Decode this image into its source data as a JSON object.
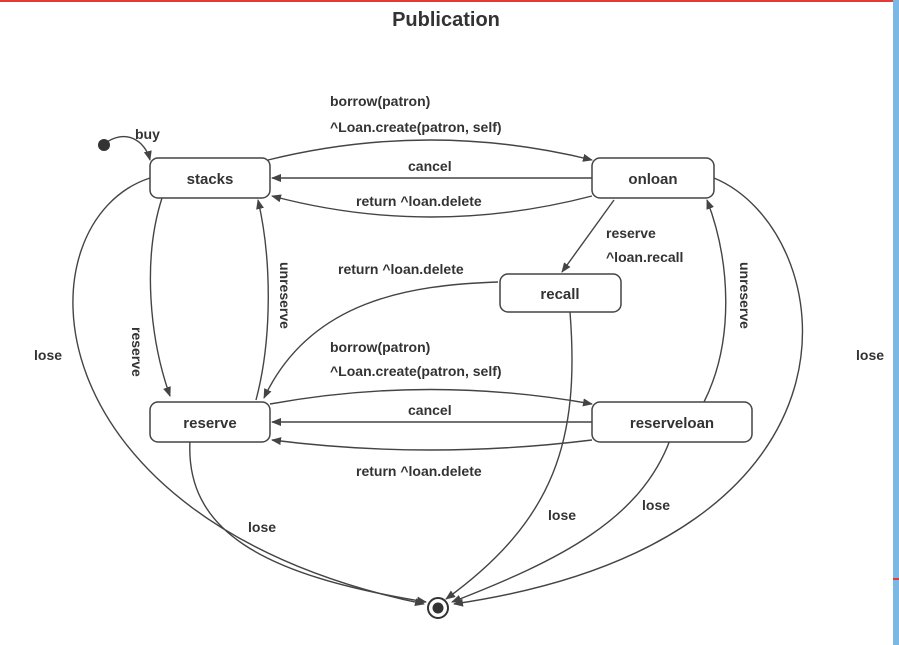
{
  "title": "Publication",
  "states": {
    "stacks": "stacks",
    "onloan": "onloan",
    "recall": "recall",
    "reserve": "reserve",
    "reserveloan": "reserveloan"
  },
  "transitions": {
    "buy": "buy",
    "borrow_top_1": "borrow(patron)",
    "borrow_top_2": "^Loan.create(patron, self)",
    "cancel_top": "cancel",
    "return_top": "return ^loan.delete",
    "reserve_recall_1": "reserve",
    "reserve_recall_2": "^loan.recall",
    "return_recall": "return ^loan.delete",
    "reserve_left": "reserve",
    "unreserve_left": "unreserve",
    "unreserve_right": "unreserve",
    "borrow_mid_1": "borrow(patron)",
    "borrow_mid_2": "^Loan.create(patron, self)",
    "cancel_mid": "cancel",
    "return_mid": "return ^loan.delete",
    "lose_left": "lose",
    "lose_right": "lose",
    "lose_reserve": "lose",
    "lose_recall": "lose",
    "lose_reserveloan": "lose"
  },
  "colors": {
    "stroke": "#444444",
    "text": "#333333",
    "border_red": "#e53935",
    "border_blue": "#7bb8e6"
  }
}
